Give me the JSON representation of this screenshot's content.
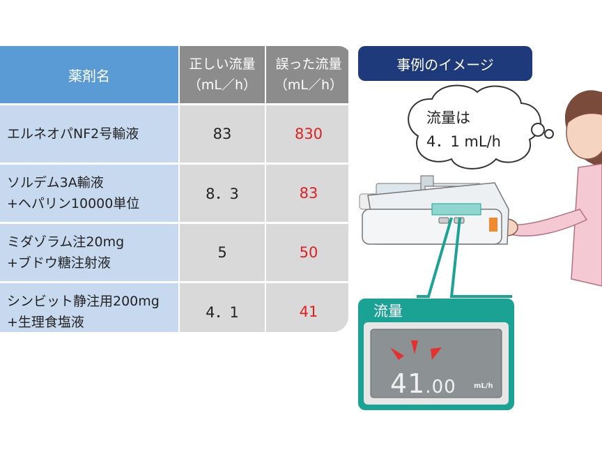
{
  "table": {
    "header": {
      "drug_name": "薬剤名",
      "correct": "正しい流量",
      "wrong": "誤った流量",
      "unit": "（mL／h）"
    },
    "rows": [
      {
        "drug_line1": "エルネオパNF2号輸液",
        "drug_line2": "",
        "correct": "83",
        "wrong": "830"
      },
      {
        "drug_line1": "ソルデム3A輸液",
        "drug_line2": "+ヘパリン10000単位",
        "correct": "8．3",
        "wrong": "83"
      },
      {
        "drug_line1": "ミダゾラム注20mg",
        "drug_line2": "+ブドウ糖注射液",
        "correct": "5",
        "wrong": "50"
      },
      {
        "drug_line1": "シンビット静注用200mg",
        "drug_line2": "+生理食塩液",
        "correct": "4．1",
        "wrong": "41"
      }
    ]
  },
  "illustration": {
    "title": "事例のイメージ",
    "thought_line1": "流量は",
    "thought_line2": "4．1 mL/h",
    "display_label": "流量",
    "display_int": "41",
    "display_dec": ".00",
    "display_unit": "mL/h"
  },
  "colors": {
    "header_blue": "#5b9bd5",
    "header_gray": "#8c8c8c",
    "drug_bg": "#c7d9ef",
    "wrong_red": "#e02020",
    "title_navy": "#1f3a7a",
    "display_teal": "#1aa394"
  }
}
